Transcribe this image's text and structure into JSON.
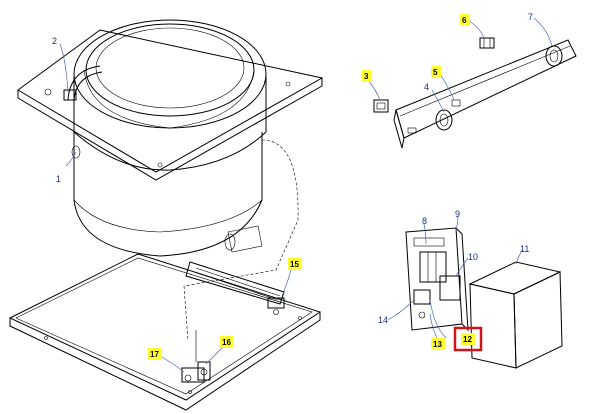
{
  "callouts": [
    {
      "id": "c1",
      "label": "1",
      "highlight": "none"
    },
    {
      "id": "c2",
      "label": "2",
      "highlight": "none"
    },
    {
      "id": "c3",
      "label": "3",
      "highlight": "yellow"
    },
    {
      "id": "c4",
      "label": "4",
      "highlight": "none"
    },
    {
      "id": "c5",
      "label": "5",
      "highlight": "yellow"
    },
    {
      "id": "c6",
      "label": "6",
      "highlight": "yellow"
    },
    {
      "id": "c7",
      "label": "7",
      "highlight": "none"
    },
    {
      "id": "c8",
      "label": "8",
      "highlight": "none"
    },
    {
      "id": "c9",
      "label": "9",
      "highlight": "none"
    },
    {
      "id": "c10",
      "label": "10",
      "highlight": "none"
    },
    {
      "id": "c11",
      "label": "11",
      "highlight": "none"
    },
    {
      "id": "c12",
      "label": "12",
      "highlight": "yellow",
      "selected": true
    },
    {
      "id": "c13",
      "label": "13",
      "highlight": "yellow"
    },
    {
      "id": "c14",
      "label": "14",
      "highlight": "none"
    },
    {
      "id": "c15",
      "label": "15",
      "highlight": "yellow"
    },
    {
      "id": "c16",
      "label": "16",
      "highlight": "yellow"
    },
    {
      "id": "c17",
      "label": "17",
      "highlight": "yellow"
    }
  ],
  "colors": {
    "highlight": "#ffff33",
    "selection": "#d0141c",
    "label_text": "#1a2b8a",
    "leader": "#4a63b8",
    "line": "#000000"
  }
}
